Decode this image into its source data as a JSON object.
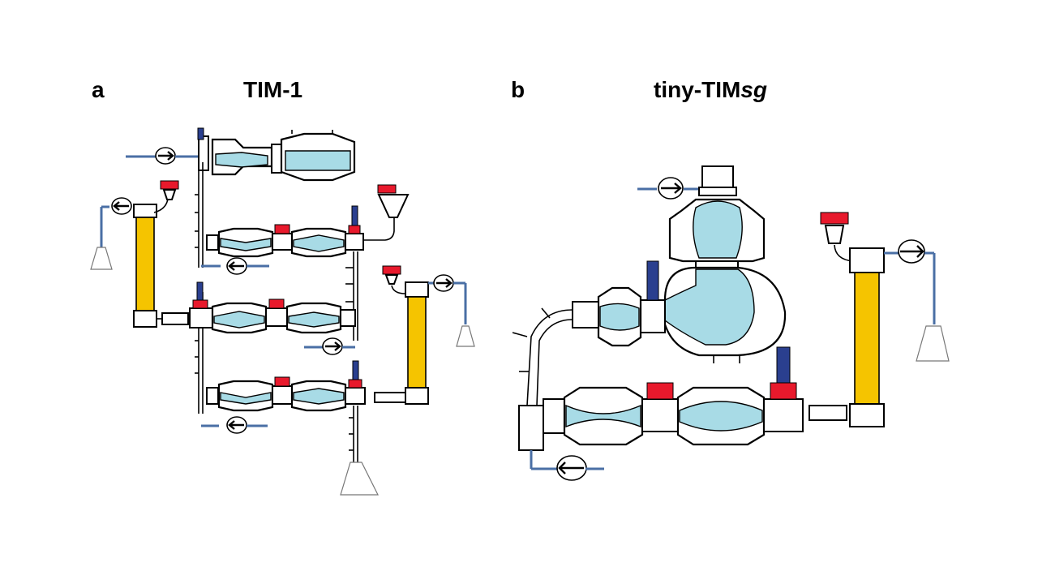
{
  "panels": [
    {
      "letter": "a",
      "title": "TIM-1",
      "title_suffix": ""
    },
    {
      "letter": "b",
      "title": "tiny-TIM",
      "title_suffix": "sg"
    }
  ],
  "colors": {
    "fluid": "#a8dbe6",
    "gel_filter": "#f5c400",
    "valve_cap": "#e8192c",
    "probe": "#2a3f8f",
    "tubing": "#4a6fa5"
  }
}
